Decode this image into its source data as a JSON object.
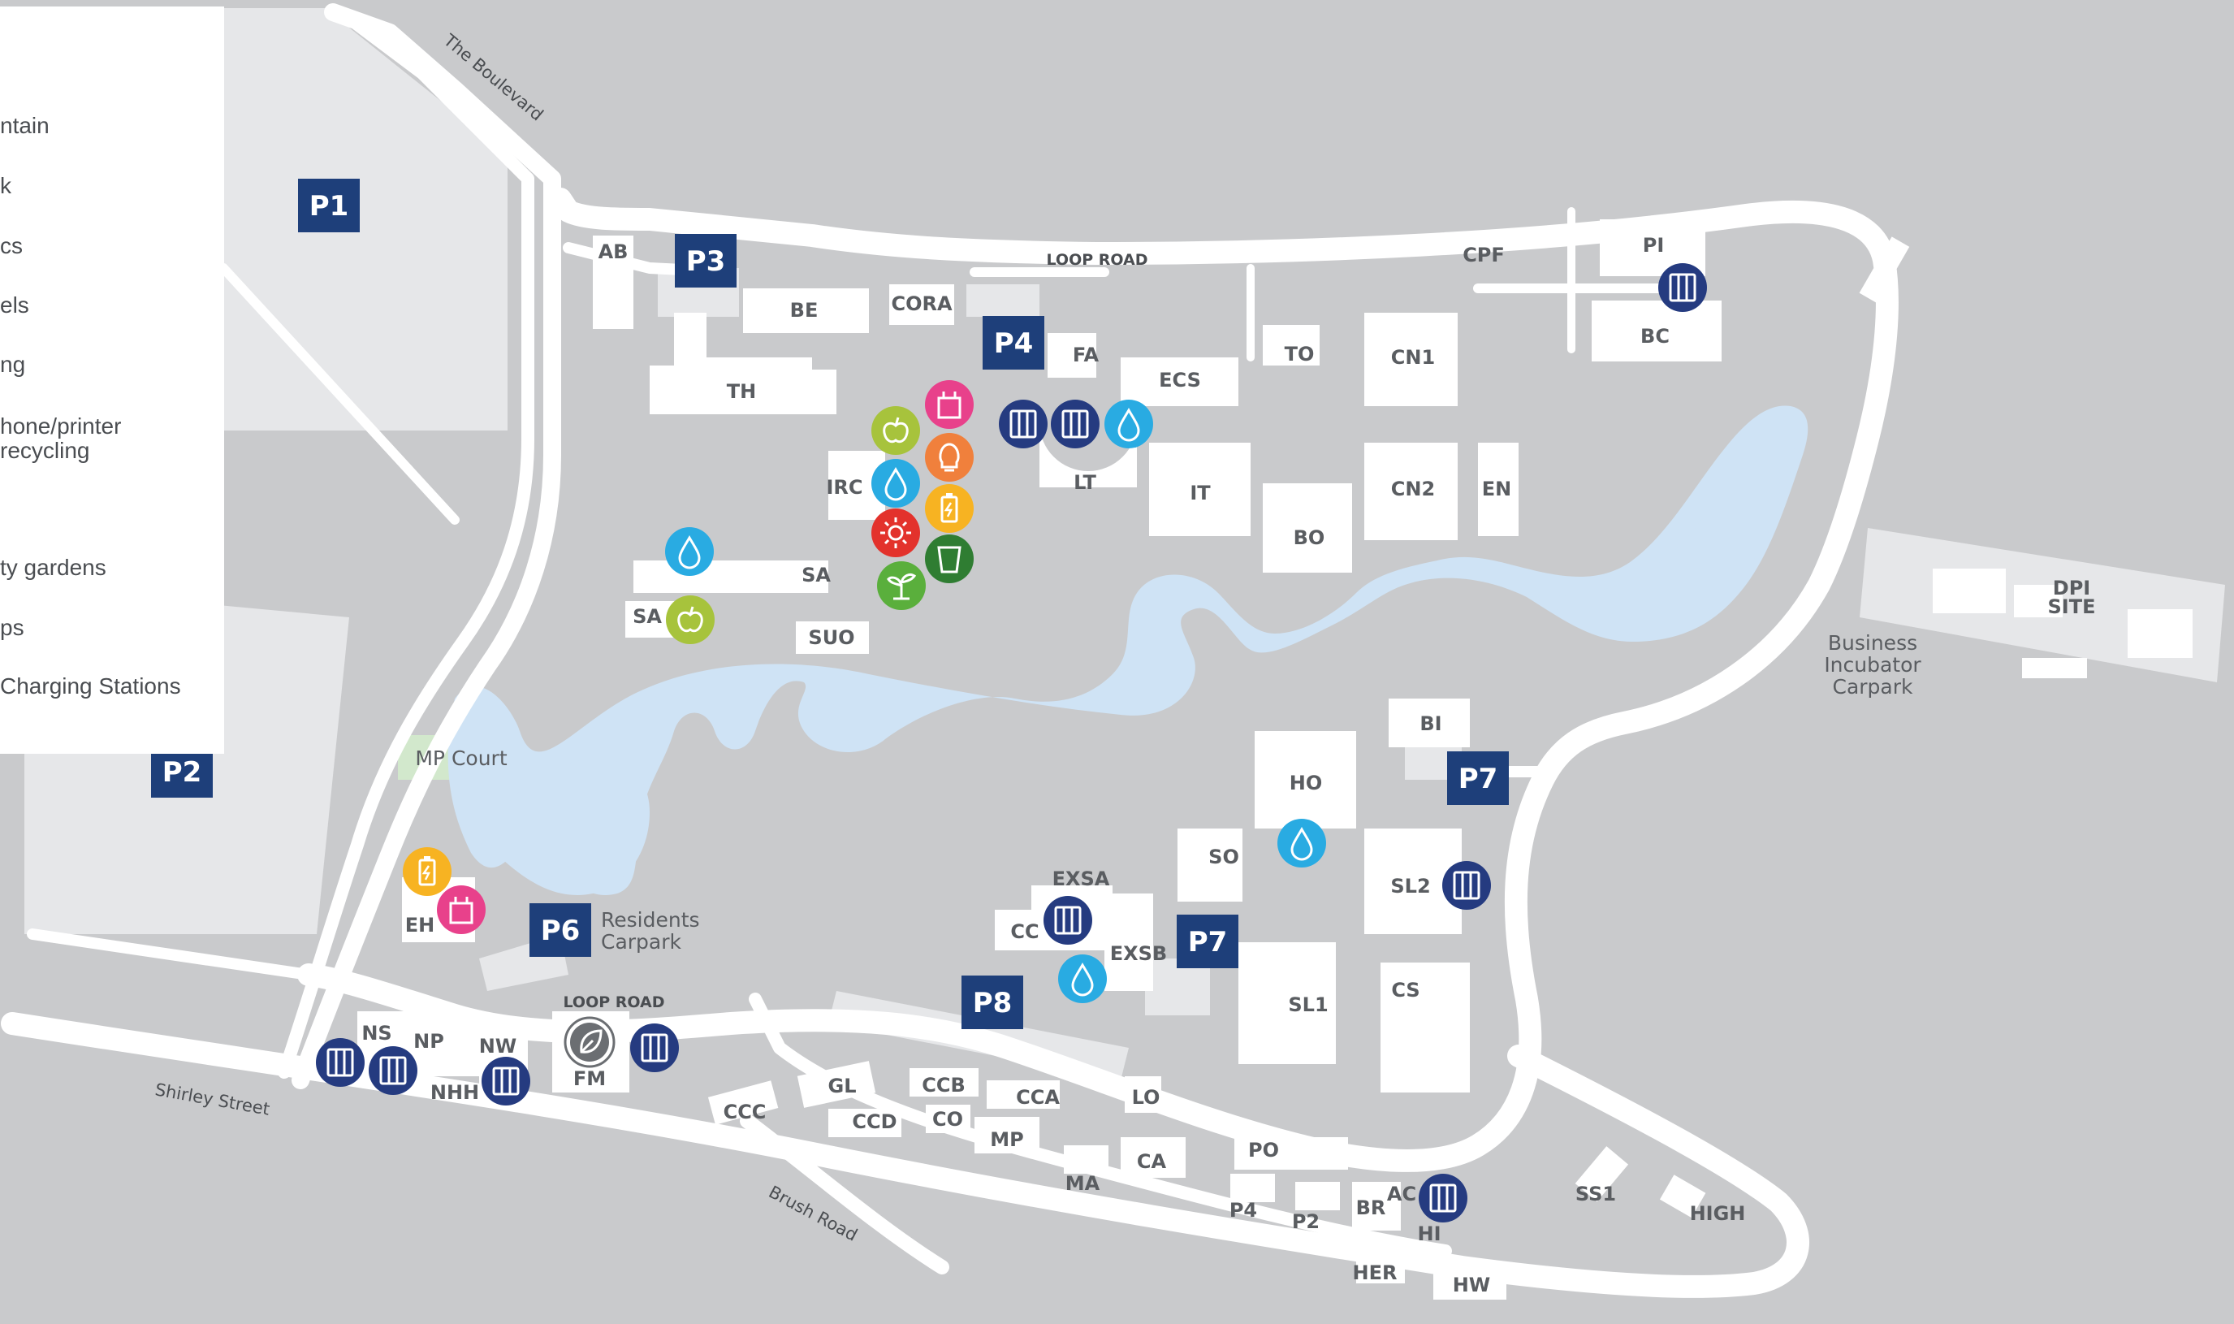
{
  "legend": {
    "items": [
      {
        "label": "ntain",
        "top": 0
      },
      {
        "label": "k"
      },
      {
        "label": "cs"
      },
      {
        "label": "els"
      },
      {
        "label": "ng"
      },
      {
        "label": "hone/printer"
      },
      {
        "label": "recycling"
      },
      {
        "label": "ty gardens"
      },
      {
        "label": "ps"
      },
      {
        "label": " Charging Stations"
      }
    ]
  },
  "parking": [
    {
      "id": "P1",
      "label": "P1"
    },
    {
      "id": "P2",
      "label": "P2"
    },
    {
      "id": "P3",
      "label": "P3"
    },
    {
      "id": "P4",
      "label": "P4"
    },
    {
      "id": "P6",
      "label": "P6"
    },
    {
      "id": "P7a",
      "label": "P7"
    },
    {
      "id": "P7b",
      "label": "P7"
    },
    {
      "id": "P8",
      "label": "P8"
    }
  ],
  "buildings": {
    "AB": "AB",
    "BE": "BE",
    "CORA": "CORA",
    "TH": "TH",
    "FA": "FA",
    "ECS": "ECS",
    "TO": "TO",
    "CN1": "CN1",
    "CN2": "CN2",
    "EN": "EN",
    "CPF": "CPF",
    "PI": "PI",
    "BC": "BC",
    "IRC": "IRC",
    "LT": "LT",
    "IT": "IT",
    "BO": "BO",
    "SA1": "SA",
    "SA2": "SA",
    "SUO": "SUO",
    "HO": "HO",
    "BI": "BI",
    "SO": "SO",
    "SL2": "SL2",
    "SL1": "SL1",
    "CS": "CS",
    "EXSA": "EXSA",
    "EXSB": "EXSB",
    "CC": "CC",
    "EH": "EH",
    "NS": "NS",
    "NP": "NP",
    "NW": "NW",
    "NHH": "NHH",
    "FM": "FM",
    "CCC": "CCC",
    "GL": "GL",
    "CCB": "CCB",
    "CCA": "CCA",
    "CCD": "CCD",
    "CO": "CO",
    "MP": "MP",
    "LO": "LO",
    "MA": "MA",
    "CA": "CA",
    "PO": "PO",
    "P4b": "P4",
    "P2b": "P2",
    "BR": "BR",
    "AC": "AC",
    "HI": "HI",
    "HER": "HER",
    "HW": "HW",
    "SS1": "SS1",
    "HIGH": "HIGH"
  },
  "areas": {
    "mp_court": "MP Court",
    "residents_1": "Residents",
    "residents_2": "Carpark",
    "business_1": "Business",
    "business_2": "Incubator",
    "business_3": "Carpark",
    "dpi_1": "DPI",
    "dpi_2": "SITE"
  },
  "roads": {
    "loop_road_north": "LOOP ROAD",
    "loop_road_south": "LOOP ROAD",
    "boulevard": "The Boulevard",
    "shirley": "Shirley Street",
    "brush": "Brush Road"
  },
  "colors": {
    "background": "#c9cacc",
    "road": "#ffffff",
    "building": "#ffffff",
    "water": "#cfe3f5",
    "parking": "#1e3f7a",
    "water_fountain": "#29abe2",
    "dark_blue_icon": "#253b80",
    "green_apple": "#a7c33c",
    "pink_bag": "#e8418b",
    "orange_bulb": "#f0803c",
    "yellow_battery": "#f7b322",
    "red_sun": "#e3322c",
    "dark_green_cup": "#2f7d32",
    "green_sprout": "#5aaf3c",
    "grey_leaf": "#6b6e72"
  },
  "icons": [
    {
      "name": "phone-printer-recycling-icon"
    },
    {
      "name": "water-fountain-icon"
    },
    {
      "name": "compost-apple-icon"
    },
    {
      "name": "soft-plastics-bag-icon"
    },
    {
      "name": "light-globe-recycling-icon"
    },
    {
      "name": "battery-recycling-icon"
    },
    {
      "name": "solar-panels-icon"
    },
    {
      "name": "keep-cup-icon"
    },
    {
      "name": "community-garden-sprout-icon"
    },
    {
      "name": "ev-charging-leaf-icon"
    }
  ]
}
